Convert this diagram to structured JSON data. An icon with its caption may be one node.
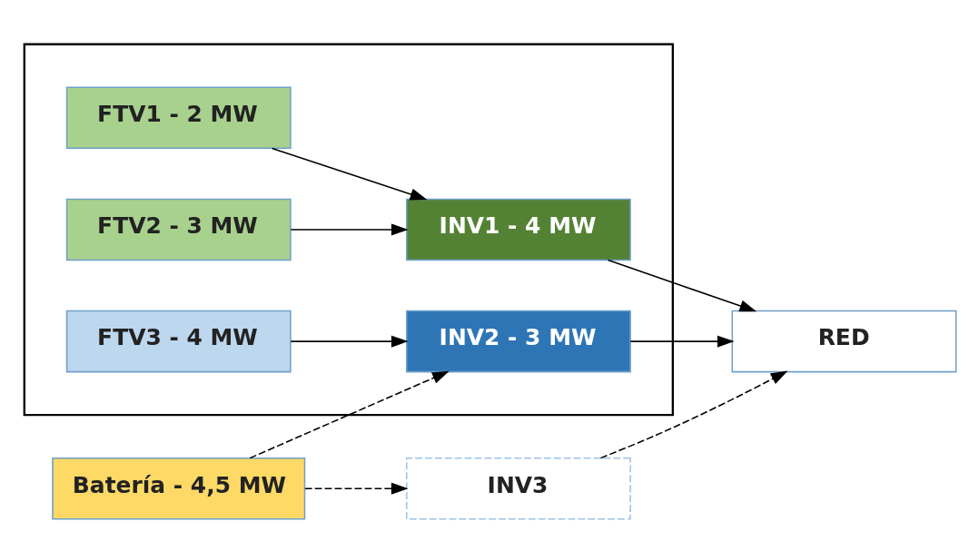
{
  "diagram": {
    "nodes": [
      {
        "text": [],
        "shape": "box"
      },
      {
        "text": [
          "FTV1 - 2 MW"
        ],
        "in": 0
      },
      {
        "text": [
          "INV1 - 4 MW"
        ],
        "in": 0
      },
      {
        "text": [
          "FTV2 - 3 MW"
        ],
        "in": 0
      },
      {
        "text": [
          "FTV3 - 4 MW"
        ],
        "in": 0
      },
      {
        "text": [
          "INV2 - 3 MW"
        ],
        "in": 0
      },
      {
        "text": [
          "RED"
        ]
      },
      {
        "text": [
          "Batería - 4,5 MW"
        ]
      },
      {
        "text": [
          "INV3"
        ]
      }
    ],
    "edges": [
      {
        "from": 1,
        "to": 2,
        "arrow": "to"
      },
      {
        "from": 3,
        "to": 2,
        "arrow": "to"
      },
      {
        "from": 2,
        "to": 6,
        "arrow": "to"
      },
      {
        "from": 4,
        "to": 5,
        "arrow": "to"
      },
      {
        "from": 5,
        "to": 6,
        "arrow": "to"
      },
      {
        "from": 7,
        "to": 5,
        "arrow": "to",
        "style": "dashed"
      },
      {
        "from": 7,
        "to": 8,
        "arrow": "to",
        "style": "dashed"
      },
      {
        "from": 8,
        "to": 6,
        "arrow": "to",
        "style": "dashed"
      }
    ]
  }
}
